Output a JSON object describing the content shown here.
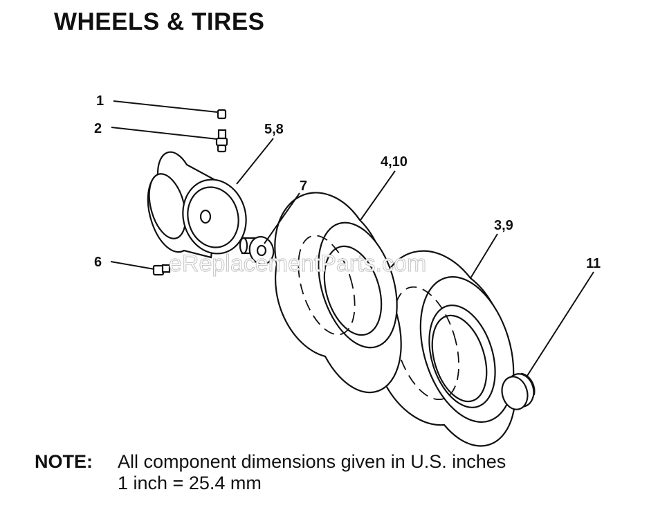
{
  "title": "WHEELS & TIRES",
  "callouts": {
    "c1": "1",
    "c2": "2",
    "c58": "5,8",
    "c7": "7",
    "c410": "4,10",
    "c39": "3,9",
    "c11": "11",
    "c6": "6"
  },
  "watermark": "eReplacementParts.com",
  "note": {
    "label": "NOTE:",
    "line1": "All component dimensions given in U.S. inches",
    "line2": "1 inch = 25.4 mm"
  }
}
